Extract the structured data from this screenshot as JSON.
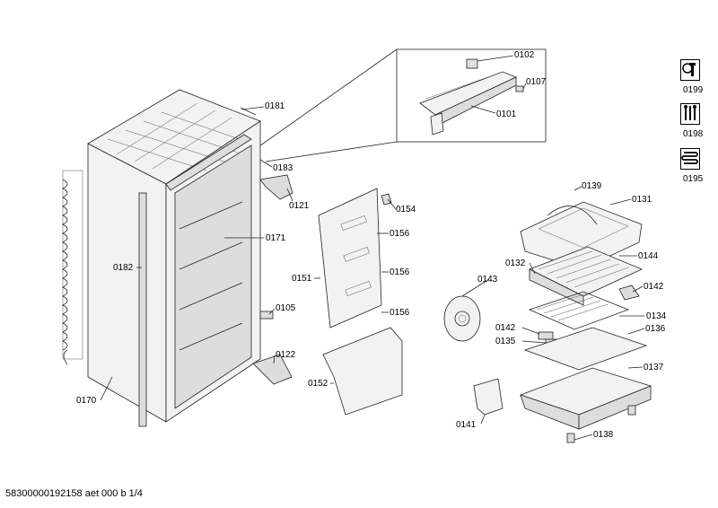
{
  "labels": {
    "p0102": "0102",
    "p0107": "0107",
    "p0101": "0101",
    "p0181": "0181",
    "p0183": "0183",
    "p0121": "0121",
    "p0154": "0154",
    "p0171": "0171",
    "p0156a": "0156",
    "p0156b": "0156",
    "p0156c": "0156",
    "p0182": "0182",
    "p0151": "0151",
    "p0105": "0105",
    "p0122": "0122",
    "p0152": "0152",
    "p0170": "0170",
    "p0139": "0139",
    "p0131": "0131",
    "p0144": "0144",
    "p0132": "0132",
    "p0143": "0143",
    "p0142a": "0142",
    "p0142b": "0142",
    "p0134": "0134",
    "p0135": "0135",
    "p0136": "0136",
    "p0137": "0137",
    "p0141": "0141",
    "p0138": "0138"
  },
  "symbols": {
    "s0199": "0199",
    "s0198": "0198",
    "s0195": "0195"
  },
  "footer": "58300000192158 aet 000 b 1/4"
}
